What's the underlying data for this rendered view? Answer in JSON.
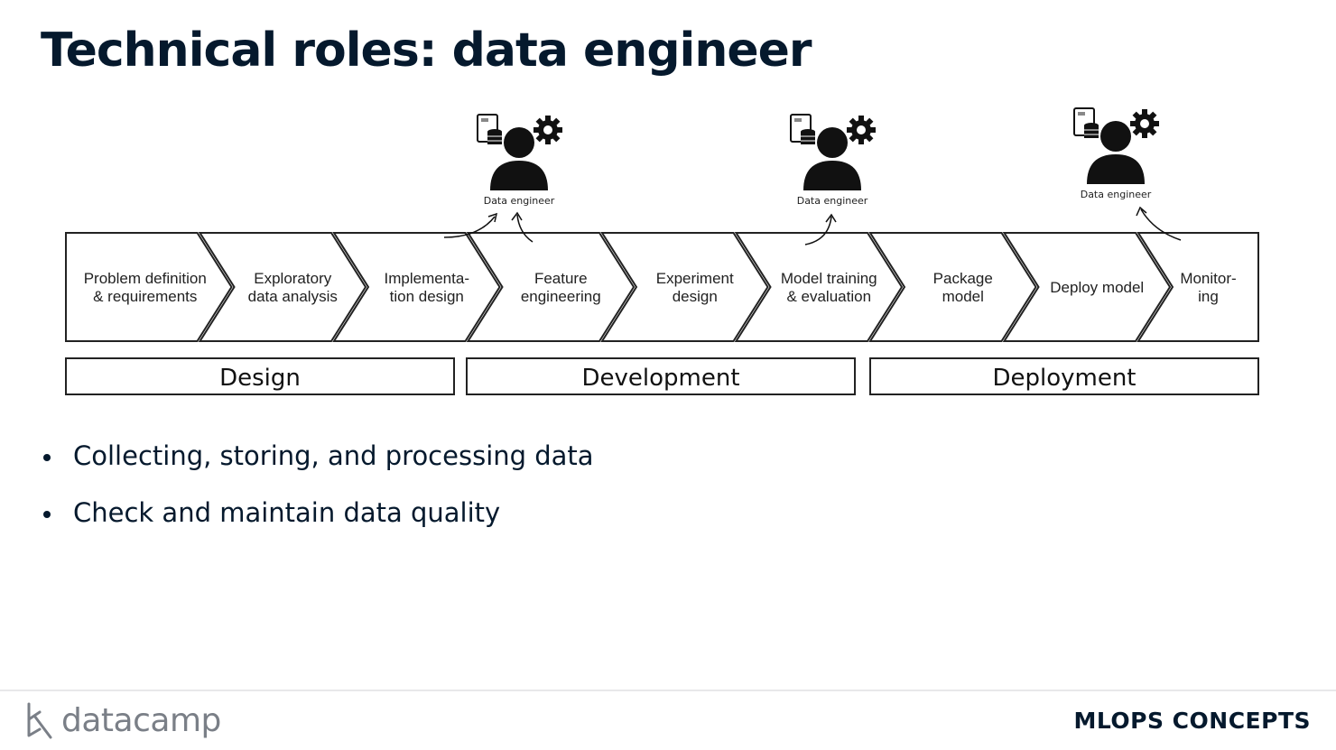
{
  "title": "Technical roles: data engineer",
  "stages": [
    {
      "line1": "Problem definition",
      "line2": "& requirements"
    },
    {
      "line1": "Exploratory",
      "line2": "data analysis"
    },
    {
      "line1": "Implementa-",
      "line2": "tion design"
    },
    {
      "line1": "Feature",
      "line2": "engineering"
    },
    {
      "line1": "Experiment",
      "line2": "design"
    },
    {
      "line1": "Model training",
      "line2": "& evaluation"
    },
    {
      "line1": "Package",
      "line2": "model"
    },
    {
      "line1": "Deploy model",
      "line2": ""
    },
    {
      "line1": "Monitor-",
      "line2": "ing"
    }
  ],
  "phases": [
    "Design",
    "Development",
    "Deployment"
  ],
  "roles": [
    {
      "label": "Data engineer",
      "icon": "data-engineer-icon"
    },
    {
      "label": "Data engineer",
      "icon": "data-engineer-icon"
    },
    {
      "label": "Data engineer",
      "icon": "data-engineer-icon"
    }
  ],
  "bullets": [
    "Collecting, storing, and processing data",
    "Check and maintain data quality"
  ],
  "footer": {
    "logo_text": "datacamp",
    "course": "MLOPS CONCEPTS"
  }
}
